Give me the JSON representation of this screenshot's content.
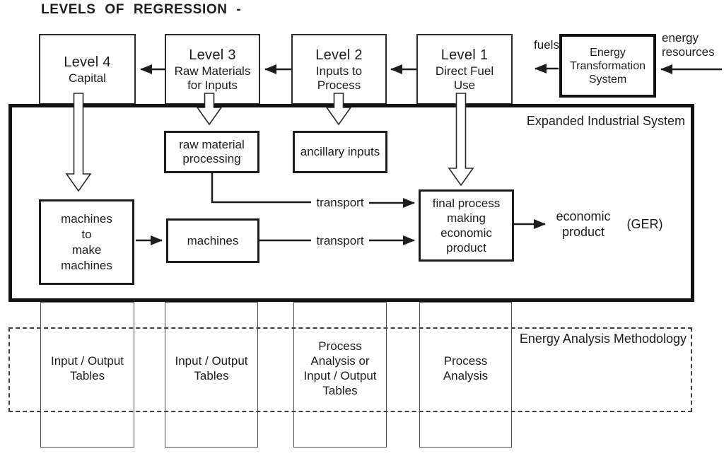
{
  "title": "LEVELS OF REGRESSION -",
  "colors": {
    "ink": "#1d1d1d",
    "background": "#ffffff"
  },
  "top_row": {
    "levels": [
      {
        "name": "Level 4",
        "subtitle": "Capital"
      },
      {
        "name": "Level 3",
        "subtitle": "Raw Materials for Inputs"
      },
      {
        "name": "Level 2",
        "subtitle": "Inputs to Process"
      },
      {
        "name": "Level 1",
        "subtitle": "Direct Fuel Use"
      }
    ],
    "energy_transformation_system": "Energy Transformation System",
    "fuels_label": "fuels",
    "energy_resources_label": "energy resources"
  },
  "industrial_system": {
    "label": "Expanded Industrial System",
    "raw_material_processing": "raw material processing",
    "ancillary_inputs": "ancillary inputs",
    "machines_to_make_machines": "machines\nto\nmake\nmachines",
    "machines": "machines",
    "final_process": "final process making economic product",
    "transport_label": "transport",
    "output_label": "economic product",
    "ger_label": "(GER)"
  },
  "methodology": {
    "label": "Energy Analysis Methodology",
    "columns": [
      "Input / Output Tables",
      "Input / Output Tables",
      "Process Analysis or Input / Output Tables",
      "Process Analysis"
    ]
  }
}
